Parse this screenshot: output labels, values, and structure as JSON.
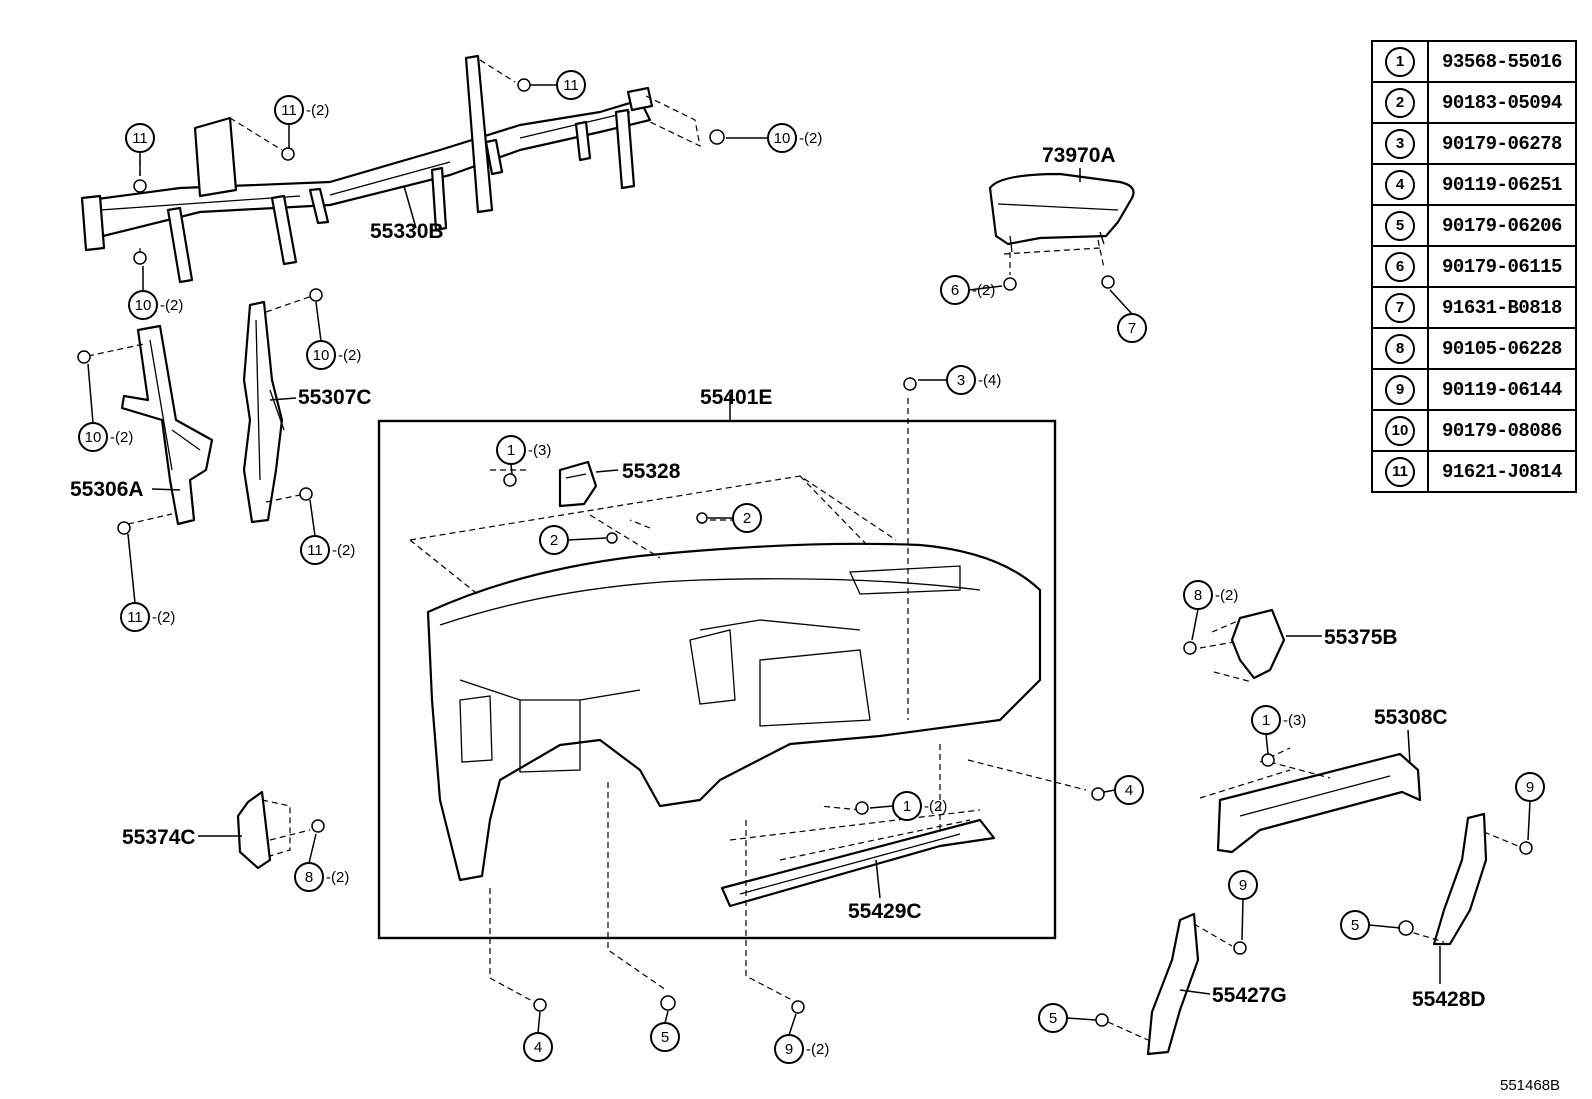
{
  "legend": [
    {
      "num": "1",
      "code": "93568-55016"
    },
    {
      "num": "2",
      "code": "90183-05094"
    },
    {
      "num": "3",
      "code": "90179-06278"
    },
    {
      "num": "4",
      "code": "90119-06251"
    },
    {
      "num": "5",
      "code": "90179-06206"
    },
    {
      "num": "6",
      "code": "90179-06115"
    },
    {
      "num": "7",
      "code": "91631-B0818"
    },
    {
      "num": "8",
      "code": "90105-06228"
    },
    {
      "num": "9",
      "code": "90119-06144"
    },
    {
      "num": "10",
      "code": "90179-08086"
    },
    {
      "num": "11",
      "code": "91621-J0814"
    }
  ],
  "parts": {
    "p55330B": "55330B",
    "p73970A": "73970A",
    "p55307C": "55307C",
    "p55306A": "55306A",
    "p55401E": "55401E",
    "p55328": "55328",
    "p55375B": "55375B",
    "p55308C": "55308C",
    "p55374C": "55374C",
    "p55429C": "55429C",
    "p55427G": "55427G",
    "p55428D": "55428D"
  },
  "callouts": {
    "c1": "11",
    "c2": "11",
    "q2": "-(2)",
    "c3": "11",
    "c4": "10",
    "q4": "-(2)",
    "c5": "10",
    "q5": "-(2)",
    "c6": "10",
    "q6": "-(2)",
    "c7": "10",
    "q7": "-(2)",
    "c8": "6",
    "q8": "-(2)",
    "c9": "7",
    "c10": "3",
    "q10": "-(4)",
    "c11": "1",
    "q11": "-(3)",
    "c12": "2",
    "c13": "2",
    "c14": "11",
    "q14": "-(2)",
    "c15": "11",
    "q15": "-(2)",
    "c16": "8",
    "q16": "-(2)",
    "c17": "1",
    "q17": "-(3)",
    "c18": "4",
    "c19": "1",
    "q19": "-(2)",
    "c20": "8",
    "q20": "-(2)",
    "c21": "9",
    "c22": "9",
    "c23": "5",
    "c24": "5",
    "c25": "4",
    "c26": "5",
    "c27": "9",
    "q27": "-(2)"
  },
  "figure_ref": "551468B"
}
